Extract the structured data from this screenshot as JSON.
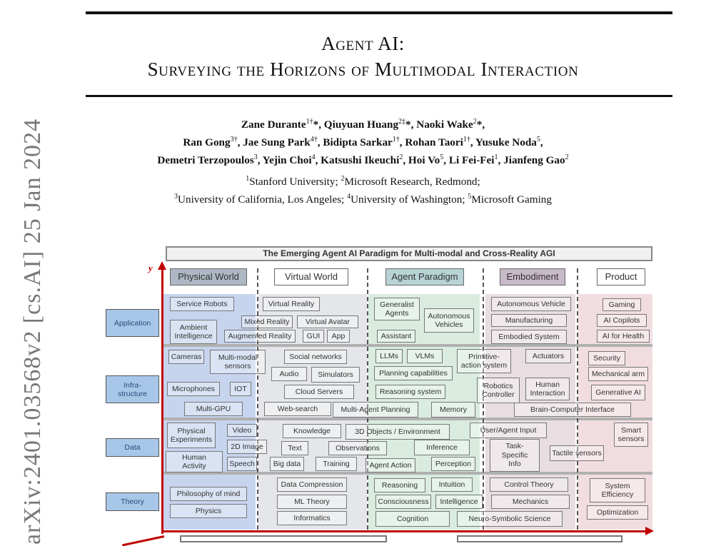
{
  "paper": {
    "title_line1": "Agent AI:",
    "title_line2": "Surveying the Horizons of Multimodal Interaction",
    "authors": [
      [
        [
          "Zane Durante",
          "1†",
          "*, "
        ],
        [
          "Qiuyuan Huang",
          "2‡",
          "*, "
        ],
        [
          "Naoki Wake",
          "2",
          "*,"
        ]
      ],
      [
        [
          "Ran Gong",
          "3†",
          ", "
        ],
        [
          "Jae Sung Park",
          "4†",
          ", "
        ],
        [
          "Bidipta Sarkar",
          "1†",
          ", "
        ],
        [
          "Rohan Taori",
          "1†",
          ", "
        ],
        [
          "Yusuke Noda",
          "5",
          ","
        ]
      ],
      [
        [
          "Demetri Terzopoulos",
          "3",
          ", "
        ],
        [
          "Yejin Choi",
          "4",
          ", "
        ],
        [
          "Katsushi Ikeuchi",
          "2",
          ", "
        ],
        [
          "Hoi Vo",
          "5",
          ", "
        ],
        [
          "Li Fei-Fei",
          "1",
          ", "
        ],
        [
          "Jianfeng Gao",
          "2",
          ""
        ]
      ]
    ],
    "affiliations": [
      [
        [
          "1",
          "Stanford University; "
        ],
        [
          "2",
          "Microsoft Research, Redmond;"
        ]
      ],
      [
        [
          "3",
          "University of California, Los Angeles; "
        ],
        [
          "4",
          "University of Washington; "
        ],
        [
          "5",
          "Microsoft Gaming"
        ]
      ]
    ],
    "arxiv_stamp": "arXiv:2401.03568v2  [cs.AI]  25 Jan 2024"
  },
  "figure": {
    "banner": "The Emerging Agent AI Paradigm for Multi-modal and Cross-Reality AGI",
    "y_axis_label": "y",
    "columns": [
      {
        "id": "physical",
        "label": "Physical World",
        "color": "#c7d4ee",
        "head_bg": "#aeb8c4"
      },
      {
        "id": "virtual",
        "label": "Virtual World",
        "color": "#e4e6ea",
        "head_bg": "#ffffff"
      },
      {
        "id": "agent",
        "label": "Agent Paradigm",
        "color": "#d9ecdf",
        "head_bg": "#b7d3d6"
      },
      {
        "id": "embodiment",
        "label": "Embodiment",
        "color": "#e8dde0",
        "head_bg": "#c8b9c8"
      },
      {
        "id": "product",
        "label": "Product",
        "color": "#f1dde0",
        "head_bg": "#ffffff"
      }
    ],
    "rows": [
      {
        "id": "application",
        "label": "Application"
      },
      {
        "id": "infrastructure",
        "label": "Infra-\nstructure"
      },
      {
        "id": "data",
        "label": "Data"
      },
      {
        "id": "theory",
        "label": "Theory"
      }
    ],
    "cells": [
      "Service Robots",
      "Ambient\nIntelligence",
      "Virtual Reality",
      "Mixed Reality",
      "Virtual Avatar",
      "Augmented Reality",
      "GUI",
      "App",
      "Generalist\nAgents",
      "Autonomous\nVehicles",
      "Assistant",
      "Autonomous Vehicle",
      "Manufacturing",
      "Embodied System",
      "Gaming",
      "AI Copilots",
      "AI for Health",
      "Cameras",
      "Multi-modal\nsensors",
      "Microphones",
      "IOT",
      "Multi-GPU",
      "Social networks",
      "Audio",
      "Simulators",
      "Cloud Servers",
      "Web-search",
      "Multi-Agent Planning",
      "LLMs",
      "VLMs",
      "Primitive-\naction system",
      "Planning capabilities",
      "Reasoning system",
      "Memory",
      "Actuators",
      "Robotics\nController",
      "Human\nInteraction",
      "Security",
      "Mechanical arm",
      "Generative AI",
      "Brain-Computer Interface",
      "Physical\nExperiments",
      "Video",
      "2D Image",
      "Human\nActivity",
      "Speech",
      "Knowledge",
      "3D Objects / Environment",
      "Text",
      "Observations",
      "Inference",
      "Big data",
      "Training",
      "Agent Action",
      "Perception",
      "User/Agent  Input",
      "Task-\nSpecific\nInfo",
      "Tactile sensors",
      "Smart\nsensors",
      "Philosophy of mind",
      "Physics",
      "Data Compression",
      "ML Theory",
      "Informatics",
      "Reasoning",
      "Intuition",
      "Consciousness",
      "Intelligence",
      "Cognition",
      "Control Theory",
      "Mechanics",
      "Neuro-Symbolic Science",
      "System\nEfficiency",
      "Optimization"
    ]
  }
}
